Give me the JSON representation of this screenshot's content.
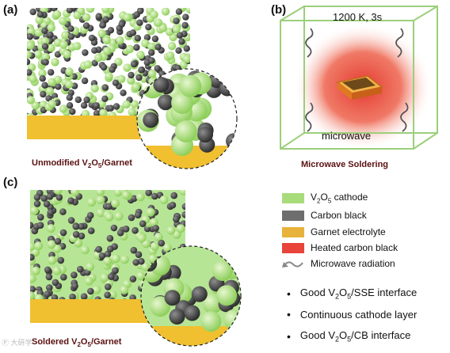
{
  "panels": {
    "a": {
      "label": "(a)",
      "caption_prefix": "Unmodified V",
      "caption_sub1": "2",
      "caption_mid": "O",
      "caption_sub2": "5",
      "caption_suffix": "/Garnet"
    },
    "b": {
      "label": "(b)",
      "condition": "1200 K, 3s",
      "microwave_label": "microwave",
      "caption": "Microwave Soldering"
    },
    "c": {
      "label": "(c)",
      "caption_prefix": "Soldered V",
      "caption_sub1": "2",
      "caption_mid": "O",
      "caption_sub2": "5",
      "caption_suffix": "/Garnet"
    }
  },
  "legend": [
    {
      "pre": "V",
      "sub1": "2",
      "mid": "O",
      "sub2": "5",
      "post": " cathode",
      "color": "#a8dc7a",
      "icon": "swatch"
    },
    {
      "pre": "Carbon black",
      "sub1": "",
      "mid": "",
      "sub2": "",
      "post": "",
      "color": "#6e6e6e",
      "icon": "swatch"
    },
    {
      "pre": "Garnet electrolyte",
      "sub1": "",
      "mid": "",
      "sub2": "",
      "post": "",
      "color": "#e8b33a",
      "icon": "swatch"
    },
    {
      "pre": "Heated carbon black",
      "sub1": "",
      "mid": "",
      "sub2": "",
      "post": "",
      "color": "#e8443a",
      "icon": "swatch"
    },
    {
      "pre": "Microwave radiation",
      "sub1": "",
      "mid": "",
      "sub2": "",
      "post": "",
      "color": "#8a8a8a",
      "icon": "wave-arrow-icon"
    }
  ],
  "bullets": [
    {
      "pre": "Good V",
      "sub1": "2",
      "mid": "O",
      "sub2": "5",
      "post": "/SSE interface"
    },
    {
      "pre": "Continuous cathode layer",
      "sub1": "",
      "mid": "",
      "sub2": "",
      "post": ""
    },
    {
      "pre": "Good V",
      "sub1": "2",
      "mid": "O",
      "sub2": "5",
      "post": "/CB interface"
    }
  ],
  "watermark": "Ⓟ 大研学"
}
